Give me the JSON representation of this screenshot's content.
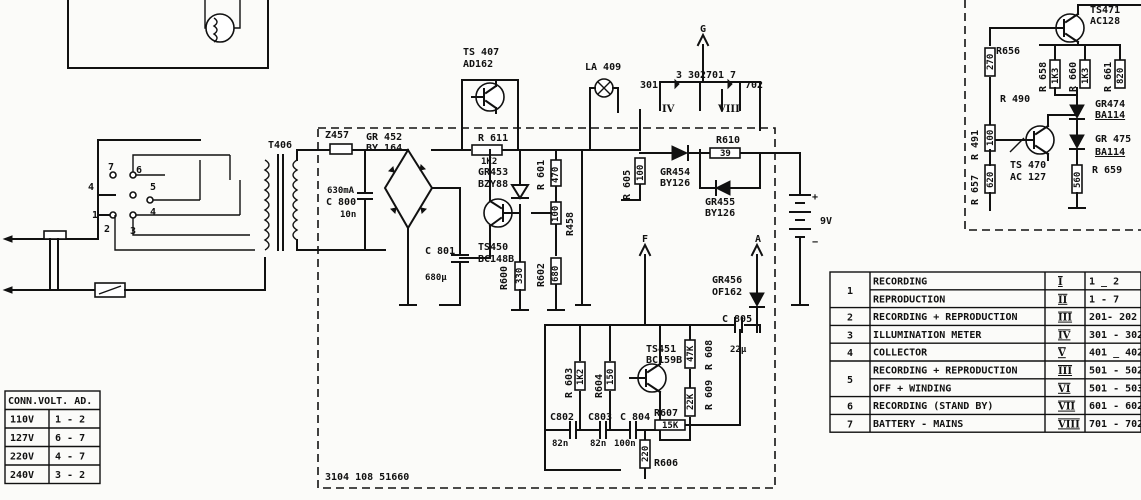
{
  "components": {
    "transformer": "T406",
    "z457": {
      "ref": "Z457",
      "value": "630mA"
    },
    "c800": {
      "ref": "C 800",
      "value": "10n"
    },
    "gr452": {
      "ref": "GR 452",
      "part": "BY 164"
    },
    "c801": {
      "ref": "C 801",
      "value": "680μ"
    },
    "ts407": {
      "ref": "TS 407",
      "part": "AD162"
    },
    "r611": {
      "ref": "R 611",
      "value": "1K2"
    },
    "gr453": {
      "ref": "GR453",
      "part": "BZY88"
    },
    "ts450": {
      "ref": "TS450",
      "part": "BC148B"
    },
    "r600": {
      "ref": "R600",
      "value": "330"
    },
    "r601": {
      "ref": "R 601",
      "value": "470"
    },
    "r458": {
      "ref": "R458",
      "value": "100"
    },
    "r602": {
      "ref": "R602",
      "value": "680"
    },
    "la409": {
      "ref": "LA 409"
    },
    "r605": {
      "ref": "R 605",
      "value": "100"
    },
    "gr454": {
      "ref": "GR454",
      "part": "BY126"
    },
    "gr455": {
      "ref": "GR455",
      "part": "BY126"
    },
    "r610": {
      "ref": "R610",
      "value": "39"
    },
    "battery": {
      "value": "9V",
      "plus": "+",
      "minus": "−"
    },
    "gr456": {
      "ref": "GR456",
      "part": "OF162"
    },
    "c805": {
      "ref": "C 805",
      "value": "22μ"
    },
    "ts451": {
      "ref": "TS451",
      "part": "BC159B"
    },
    "r603": {
      "ref": "R 603",
      "value": "1K2"
    },
    "r604": {
      "ref": "R604",
      "value": "150"
    },
    "r608": {
      "ref": "R 608",
      "value": "47K"
    },
    "r609": {
      "ref": "R 609",
      "value": "22K"
    },
    "c802": {
      "ref": "C802",
      "value": "82n"
    },
    "c803": {
      "ref": "C803",
      "value": "82n"
    },
    "c804": {
      "ref": "C 804",
      "value": "100n"
    },
    "r607": {
      "ref": "R607",
      "value": "15K"
    },
    "r606": {
      "ref": "R606",
      "value": "220"
    },
    "ts471": {
      "ref": "TS471",
      "part": "AC128"
    },
    "r656": {
      "ref": "R656"
    },
    "r490": {
      "ref": "R 490"
    },
    "r491": {
      "ref": "R 491",
      "value": "100"
    },
    "r657": {
      "ref": "R 657",
      "value": "620"
    },
    "r658": {
      "ref": "R 658",
      "value": "1K3"
    },
    "r660": {
      "ref": "R 660",
      "value": "1K3"
    },
    "r661": {
      "ref": "R 661",
      "value": "820"
    },
    "r270": {
      "value": "270"
    },
    "gr474": {
      "ref": "GR474",
      "part": "BA114"
    },
    "gr475": {
      "ref": "GR 475",
      "part": "BA114"
    },
    "ts470": {
      "ref": "TS 470",
      "part": "AC 127"
    },
    "r659": {
      "ref": "R 659",
      "value": "560"
    },
    "board_number": "3104 108 51660"
  },
  "nodes": {
    "g": "G",
    "f": "F",
    "a": "A",
    "switch_labels": [
      "301",
      "3",
      "302",
      "701",
      "7",
      "702"
    ],
    "switch_romans": [
      "IV",
      "VIII"
    ],
    "terminals": [
      "7",
      "6",
      "5",
      "4",
      "1",
      "2",
      "3",
      "4"
    ]
  },
  "conn_table": {
    "header": "CONN.VOLT. AD.",
    "rows": [
      [
        "110V",
        "1 - 2"
      ],
      [
        "127V",
        "6 - 7"
      ],
      [
        "220V",
        "4 - 7"
      ],
      [
        "240V",
        "3 - 2"
      ]
    ]
  },
  "switch_table": {
    "rows": [
      {
        "num": "1",
        "desc": "RECORDING",
        "roman": "I",
        "range": "1 _ 2"
      },
      {
        "num": "",
        "desc": "REPRODUCTION",
        "roman": "II",
        "range": "1 - 7"
      },
      {
        "num": "2",
        "desc": "RECORDING + REPRODUCTION",
        "roman": "III",
        "range": "201- 202"
      },
      {
        "num": "3",
        "desc": "ILLUMINATION METER",
        "roman": "IV",
        "range": "301 - 302"
      },
      {
        "num": "4",
        "desc": "COLLECTOR",
        "roman": "V",
        "range": "401 _ 402"
      },
      {
        "num": "5",
        "desc": "RECORDING + REPRODUCTION",
        "roman": "III",
        "range": "501 - 502"
      },
      {
        "num": "",
        "desc": "OFF + WINDING",
        "roman": "VI",
        "range": "501 - 503"
      },
      {
        "num": "6",
        "desc": "RECORDING (STAND BY)",
        "roman": "VII",
        "range": "601 - 602"
      },
      {
        "num": "7",
        "desc": "BATTERY - MAINS",
        "roman": "VIII",
        "range": "701 - 702"
      }
    ]
  }
}
